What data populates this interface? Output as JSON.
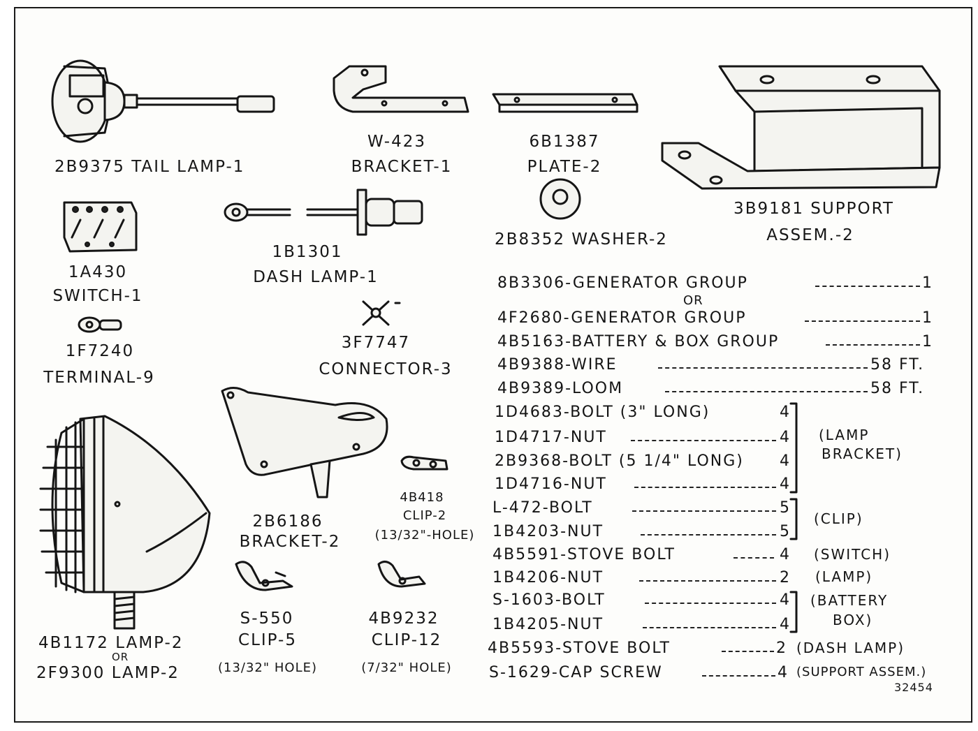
{
  "parts": {
    "tail_lamp": "2B9375 TAIL LAMP-1",
    "bracket_w423_num": "W-423",
    "bracket_w423_name": "BRACKET-1",
    "plate_num": "6B1387",
    "plate_name": "PLATE-2",
    "support_num": "3B9181 SUPPORT",
    "support_name": "ASSEM.-2",
    "washer": "2B8352 WASHER-2",
    "switch_num": "1A430",
    "switch_name": "SWITCH-1",
    "dash_lamp_num": "1B1301",
    "dash_lamp_name": "DASH LAMP-1",
    "terminal_num": "1F7240",
    "terminal_name": "TERMINAL-9",
    "connector_num": "3F7747",
    "connector_name": "CONNECTOR-3",
    "bracket_2b6186_num": "2B6186",
    "bracket_2b6186_name": "BRACKET-2",
    "clip_4b418_num": "4B418",
    "clip_4b418_name": "CLIP-2",
    "clip_4b418_hole": "(13/32\"-HOLE)",
    "lamp_4b1172": "4B1172 LAMP-2",
    "lamp_or": "OR",
    "lamp_2f9300": "2F9300 LAMP-2",
    "clip_s550_num": "S-550",
    "clip_s550_name": "CLIP-5",
    "clip_s550_hole": "(13/32\" HOLE)",
    "clip_4b9232_num": "4B9232",
    "clip_4b9232_name": "CLIP-12",
    "clip_4b9232_hole": "(7/32\" HOLE)"
  },
  "parts_list": {
    "or_text": "OR",
    "items": [
      {
        "part": "8B3306-GENERATOR GROUP",
        "qty": "1"
      },
      {
        "part": "4F2680-GENERATOR GROUP",
        "qty": "1"
      },
      {
        "part": "4B5163-BATTERY & BOX GROUP",
        "qty": "1"
      },
      {
        "part": "4B9388-WIRE",
        "qty": "58 FT."
      },
      {
        "part": "4B9389-LOOM",
        "qty": "58 FT."
      },
      {
        "part": "1D4683-BOLT (3\" LONG)",
        "qty": "4"
      },
      {
        "part": "1D4717-NUT",
        "qty": "4"
      },
      {
        "part": "2B9368-BOLT (5 1/4\" LONG)",
        "qty": "4"
      },
      {
        "part": "1D4716-NUT",
        "qty": "4"
      },
      {
        "part": "L-472-BOLT",
        "qty": "5"
      },
      {
        "part": "1B4203-NUT",
        "qty": "5"
      },
      {
        "part": "4B5591-STOVE BOLT",
        "qty": "4"
      },
      {
        "part": "1B4206-NUT",
        "qty": "2"
      },
      {
        "part": "S-1603-BOLT",
        "qty": "4"
      },
      {
        "part": "1B4205-NUT",
        "qty": "4"
      },
      {
        "part": "4B5593-STOVE BOLT",
        "qty": "2"
      },
      {
        "part": "S-1629-CAP SCREW",
        "qty": "4"
      }
    ],
    "groups": {
      "lamp_bracket_1": "(LAMP",
      "lamp_bracket_2": "BRACKET)",
      "clip": "(CLIP)",
      "switch": "(SWITCH)",
      "lamp": "(LAMP)",
      "battery_box_1": "(BATTERY",
      "battery_box_2": "BOX)",
      "dash_lamp": "(DASH LAMP)",
      "support_assem": "(SUPPORT ASSEM.)"
    }
  },
  "figure_number": "32454"
}
